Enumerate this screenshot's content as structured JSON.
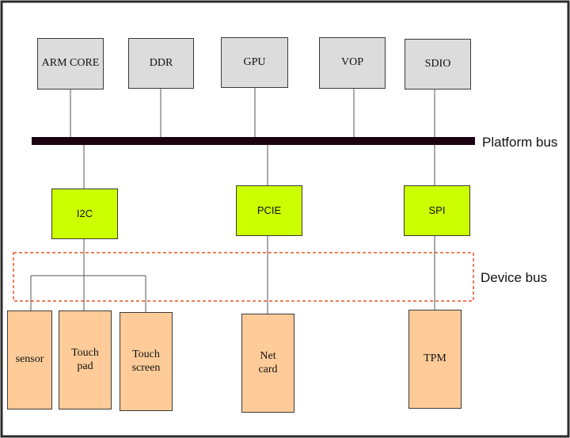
{
  "colors": {
    "frame": "#2b2b2b",
    "platform_bus": "#1a0010",
    "device_bus_outline": "#e8552a",
    "top_block_fill": "#dcdcdc",
    "controller_fill": "#ccff00",
    "device_fill": "#ffcc99",
    "line": "#555555"
  },
  "top_blocks": [
    "ARM CORE",
    "DDR",
    "GPU",
    "VOP",
    "SDIO"
  ],
  "platform_bus_label": "Platform bus",
  "controllers": [
    "I2C",
    "PCIE",
    "SPI"
  ],
  "device_bus_label": "Device  bus",
  "devices": {
    "sensor": "sensor",
    "touch_pad": "Touch\npad",
    "touch_screen": "Touch\nscreen",
    "net_card": "Net\ncard",
    "tpm": "TPM"
  }
}
